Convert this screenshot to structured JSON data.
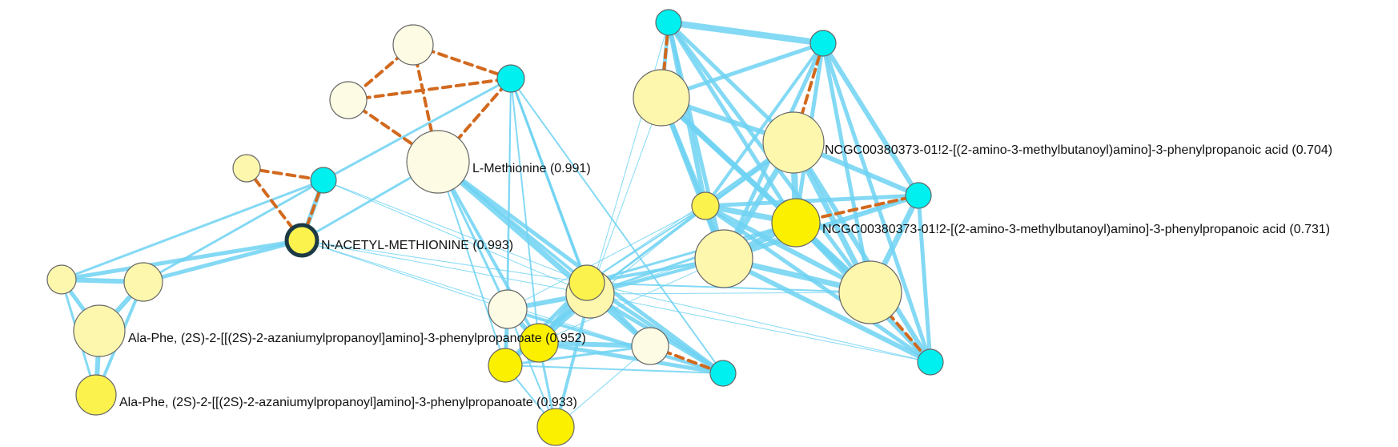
{
  "labels": {
    "l_methionine": "L-Methionine (0.991)",
    "n_acetyl": "N-ACETYL-METHIONINE (0.993)",
    "ncgc_704": "NCGC00380373-01!2-[(2-amino-3-methylbutanoyl)amino]-3-phenylpropanoic acid (0.704)",
    "ncgc_731": "NCGC00380373-01!2-[(2-amino-3-methylbutanoyl)amino]-3-phenylpropanoic acid (0.731)",
    "ala_phe_952": "Ala-Phe, (2S)-2-[[(2S)-2-azaniumylpropanoyl]amino]-3-phenylpropanoate (0.952)",
    "ala_phe_933": "Ala-Phe, (2S)-2-[[(2S)-2-azaniumylpropanoyl]amino]-3-phenylpropanoate (0.933)"
  },
  "colors": {
    "edge_solid": "#6fd3f3",
    "edge_dashed": "#d2691e",
    "node_cyan": "#00f0f0",
    "node_pale": "#fdfbe3",
    "node_light": "#fcf7ad",
    "node_yellow": "#fbf24e",
    "node_bright": "#faf000",
    "node_stroke": "#666666",
    "highlight_stroke": "#1c3a45"
  }
}
